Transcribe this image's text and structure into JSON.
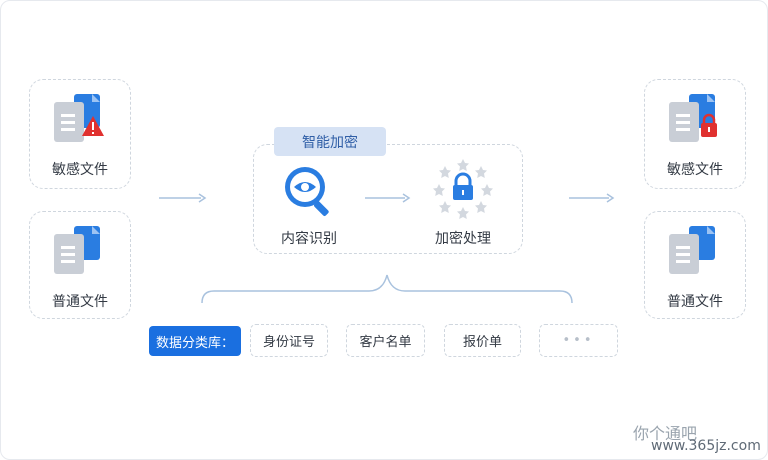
{
  "left": {
    "sensitive_label": "敏感文件",
    "normal_label": "普通文件"
  },
  "center": {
    "title": "智能加密",
    "step1_label": "内容识别",
    "step2_label": "加密处理"
  },
  "right": {
    "sensitive_label": "敏感文件",
    "normal_label": "普通文件"
  },
  "library": {
    "title": "数据分类库：",
    "items": [
      "身份证号",
      "客户名单",
      "报价单"
    ],
    "more": "•••"
  },
  "watermark": {
    "line1": "你个通吧",
    "line2": "www.365jz.com"
  },
  "colors": {
    "accent": "#1a6fe0",
    "doc_blue": "#2a7de1",
    "doc_gray": "#c9ced6",
    "alert_red": "#e0312f"
  }
}
